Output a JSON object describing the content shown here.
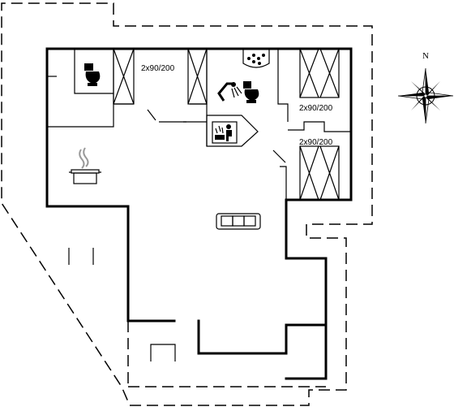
{
  "labels": {
    "bed_top": "2x90/200",
    "bed_right_1": "2x90/200",
    "bed_right_2": "2x90/200",
    "compass_north": "N"
  },
  "icons": [
    "toilet-icon",
    "shower-icon",
    "hot-tub-icon",
    "sauna-icon",
    "stove-pot-icon",
    "sofa-icon",
    "compass-rose-icon"
  ]
}
